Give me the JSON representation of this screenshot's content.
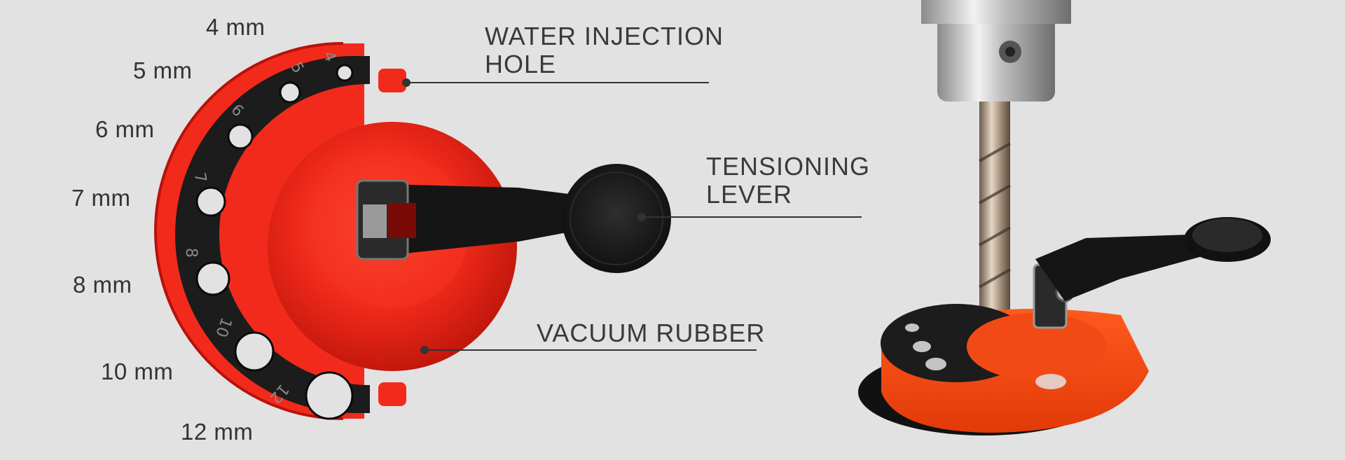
{
  "size_labels": [
    "4 mm",
    "5 mm",
    "6 mm",
    "7 mm",
    "8 mm",
    "10 mm",
    "12 mm"
  ],
  "hole_numbers": [
    "4",
    "5",
    "6",
    "7",
    "8",
    "10",
    "12"
  ],
  "callouts": {
    "water_injection": [
      "WATER INJECTION",
      "HOLE"
    ],
    "tensioning_lever": [
      "TENSIONING",
      "LEVER"
    ],
    "vacuum_rubber": [
      "VACUUM RUBBER"
    ]
  },
  "colors": {
    "background": "#e2e2e2",
    "red": "#f22a1c",
    "dark_red": "#b8120a",
    "black_plate": "#1c1c1c",
    "orange": "#ff4a12",
    "text": "#333333"
  }
}
